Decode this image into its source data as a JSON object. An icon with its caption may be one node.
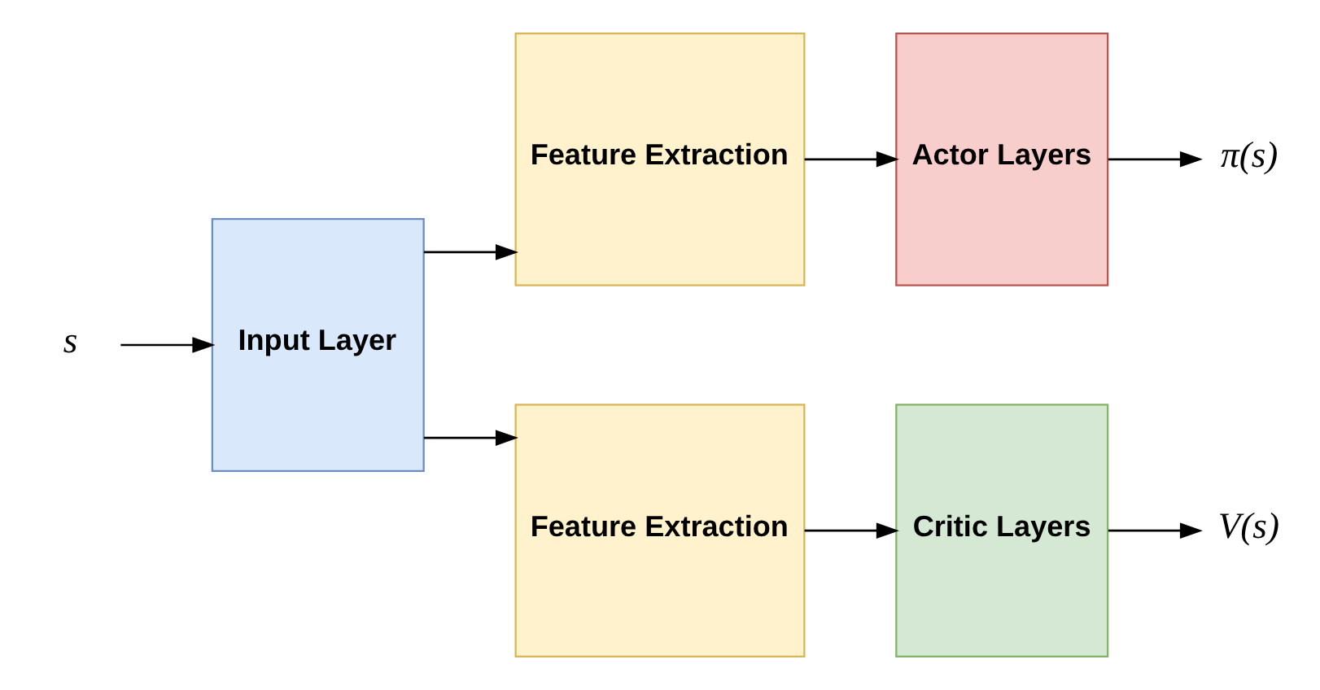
{
  "diagram": {
    "nodes": [
      {
        "text": [
          "s"
        ]
      },
      {
        "text": [
          "Input Layer"
        ]
      },
      {
        "text": [
          "Feature Extraction"
        ]
      },
      {
        "text": [
          "Actor Layers"
        ]
      },
      {
        "text": [
          "π(s)"
        ]
      },
      {
        "text": [
          "Feature Extraction"
        ]
      },
      {
        "text": [
          "Critic Layers"
        ]
      },
      {
        "text": [
          "V(s)"
        ]
      }
    ],
    "edges": [
      {
        "from": 0,
        "to": 1,
        "arrow": "to"
      },
      {
        "from": 1,
        "to": 2,
        "arrow": "to"
      },
      {
        "from": 1,
        "to": 5,
        "arrow": "to"
      },
      {
        "from": 2,
        "to": 3,
        "arrow": "to"
      },
      {
        "from": 3,
        "to": 4,
        "arrow": "to"
      },
      {
        "from": 5,
        "to": 6,
        "arrow": "to"
      },
      {
        "from": 6,
        "to": 7,
        "arrow": "to"
      }
    ]
  }
}
